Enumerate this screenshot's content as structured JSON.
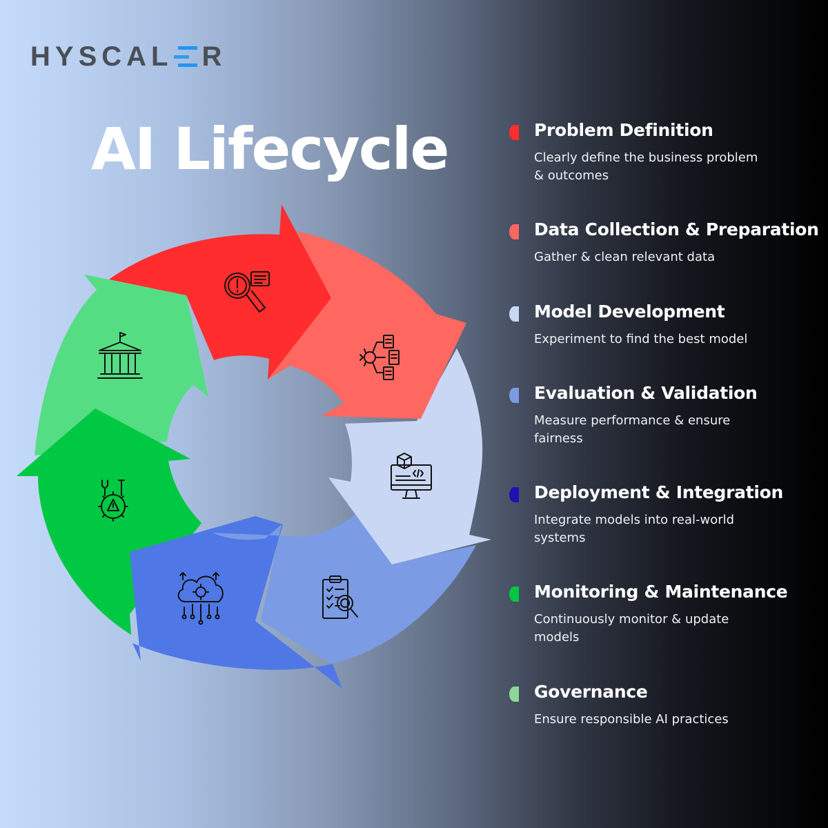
{
  "brand": {
    "name_left": "HYSCAL",
    "name_right": "R"
  },
  "title": "AI Lifecycle",
  "colors": {
    "problem": "#ff2d2d",
    "data": "#ff6860",
    "model": "#c9d7f5",
    "evaluation": "#7b9be4",
    "deployment": "#4f78e6",
    "monitoring": "#00c842",
    "governance": "#55dd84"
  },
  "steps": [
    {
      "title": "Problem Definition",
      "description": "Clearly define the business problem & outcomes",
      "color": "#ff2d2d",
      "icon": "magnifier-alert-icon"
    },
    {
      "title": "Data Collection & Preparation",
      "description": "Gather & clean relevant data",
      "color": "#ff6860",
      "icon": "data-flow-icon"
    },
    {
      "title": "Model Development",
      "description": "Experiment to find the best model",
      "color": "#c9d7f5",
      "icon": "monitor-code-icon"
    },
    {
      "title": "Evaluation & Validation",
      "description": "Measure performance & ensure fairness",
      "color": "#7b9be4",
      "icon": "clipboard-search-icon"
    },
    {
      "title": "Deployment & Integration",
      "description": "Integrate models into real-world systems",
      "color": "#1f10b0",
      "icon": "cloud-gear-icon"
    },
    {
      "title": "Monitoring & Maintenance",
      "description": "Continuously monitor & update models",
      "color": "#00c842",
      "icon": "gear-tools-icon"
    },
    {
      "title": "Governance",
      "description": "Ensure responsible AI practices",
      "color": "#8fd49a",
      "icon": "government-building-icon"
    }
  ]
}
